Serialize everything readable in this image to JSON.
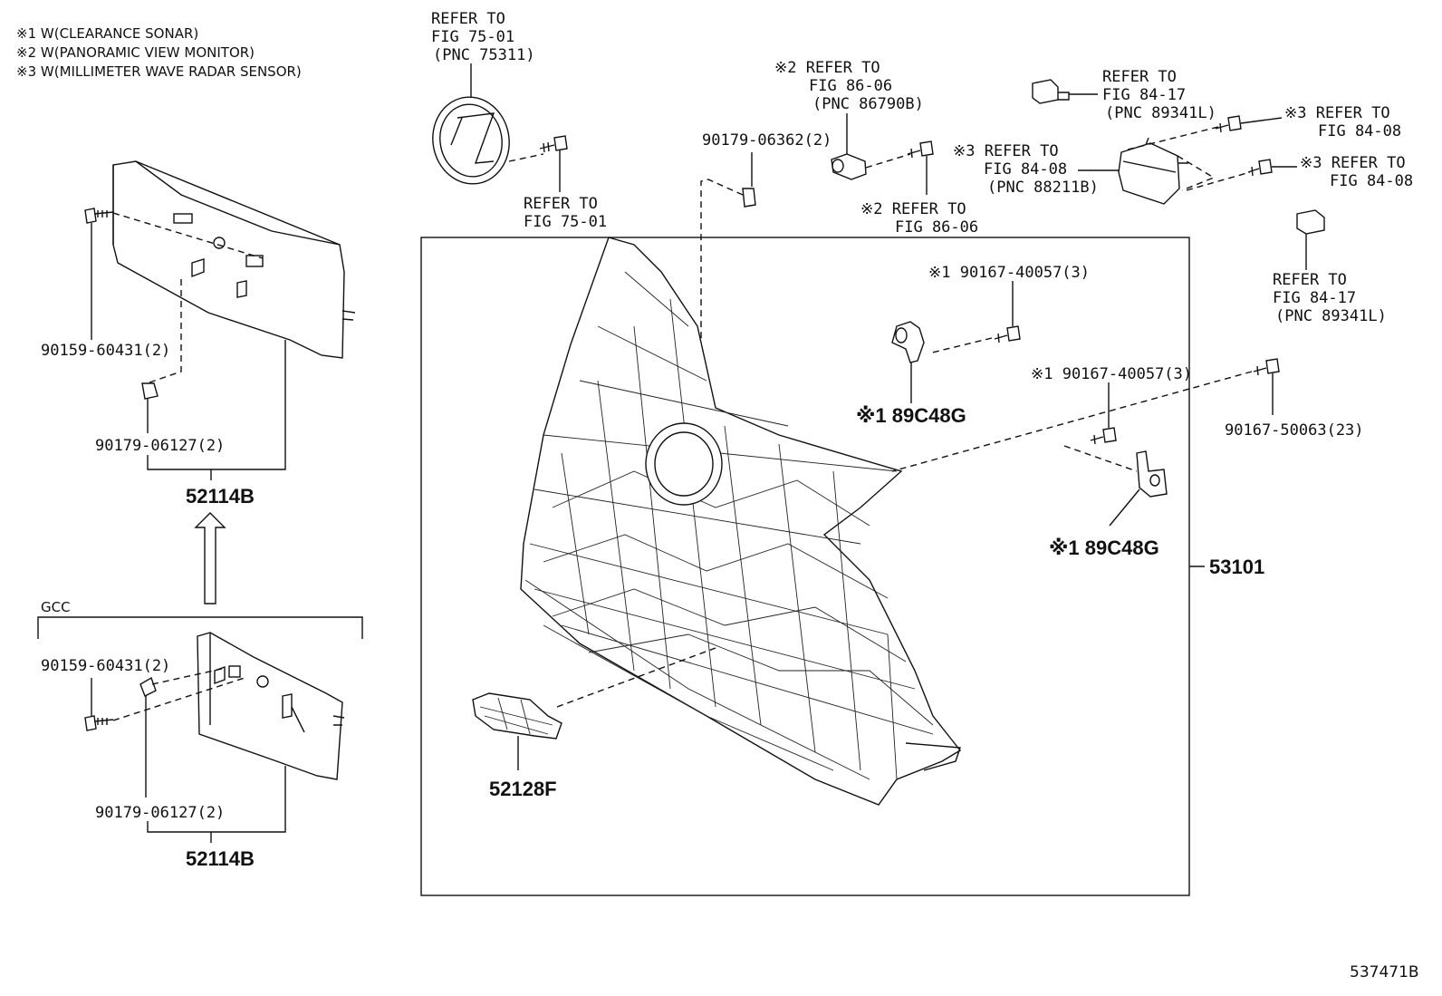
{
  "legend": [
    "※1 W(CLEARANCE SONAR)",
    "※2 W(PANORAMIC VIEW MONITOR)",
    "※3 W(MILLIMETER WAVE RADAR SENSOR)"
  ],
  "left_upper": {
    "bolt": "90159-60431(2)",
    "clip": "90179-06127(2)",
    "assembly": "52114B"
  },
  "left_gcc": {
    "region": "GCC",
    "bolt": "90159-60431(2)",
    "clip": "90179-06127(2)",
    "assembly": "52114B"
  },
  "emblem": {
    "l1": "REFER TO",
    "l2": "FIG 75-01",
    "l3": "(PNC 75311)"
  },
  "emblem_screw": {
    "l1": "REFER TO",
    "l2": "FIG 75-01"
  },
  "top_clip": "90179-06362(2)",
  "camera": {
    "l1": "※2 REFER TO",
    "l2": "FIG 86-06",
    "l3": "(PNC 86790B)"
  },
  "camera_screw": {
    "l1": "※2 REFER TO",
    "l2": "FIG 86-06"
  },
  "sensor_a": {
    "l1": "REFER TO",
    "l2": "FIG 84-17",
    "l3": "(PNC 89341L)"
  },
  "radar": {
    "l1": "※3 REFER TO",
    "l2": "FIG 84-08",
    "l3": "(PNC 88211B)"
  },
  "radar_screw_a": {
    "l1": "※3 REFER TO",
    "l2": "FIG 84-08"
  },
  "radar_screw_b": {
    "l1": "※3 REFER TO",
    "l2": "FIG 84-08"
  },
  "sensor_b": {
    "l1": "REFER TO",
    "l2": "FIG 84-17",
    "l3": "(PNC 89341L)"
  },
  "main": {
    "filler": "52128F",
    "bracket_a": "※1 89C48G",
    "screw_a": "※1 90167-40057(3)",
    "bracket_b": "※1 89C48G",
    "screw_b": "※1 90167-40057(3)",
    "screw_c": "90167-50063(23)",
    "grille": "53101"
  },
  "figure_id": "537471B"
}
